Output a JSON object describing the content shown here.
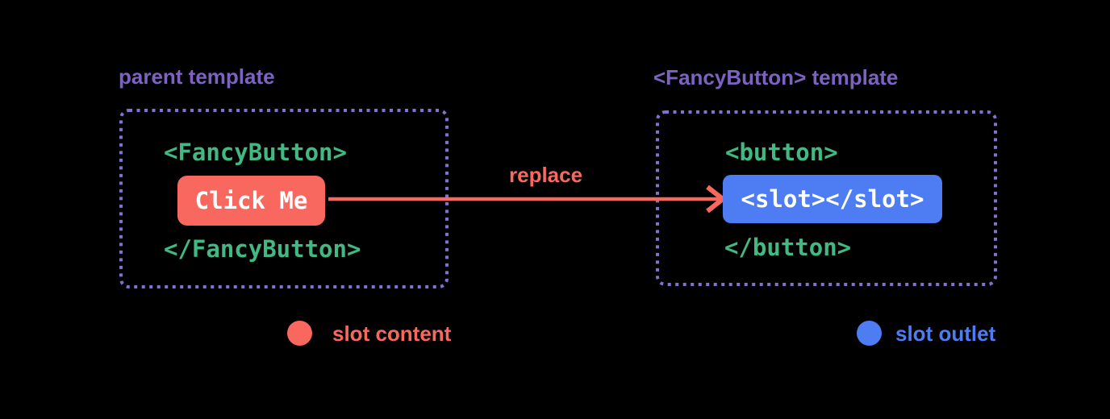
{
  "colors": {
    "background": "#000000",
    "label_purple": "#7d62c4",
    "border_purple": "#8670ce",
    "tag_green": "#42b883",
    "content_red": "#f9685f",
    "outlet_blue": "#4e7cf2",
    "code_white": "#ffffff"
  },
  "parent": {
    "label": "parent template",
    "open_tag": "<FancyButton>",
    "slot_content": "Click Me",
    "close_tag": "</FancyButton>"
  },
  "fancy_button": {
    "label": "<FancyButton> template",
    "open_tag": "<button>",
    "slot_outlet": "<slot></slot>",
    "close_tag": "</button>"
  },
  "arrow": {
    "label": "replace"
  },
  "legend": {
    "slot_content": "slot content",
    "slot_outlet": "slot outlet"
  }
}
